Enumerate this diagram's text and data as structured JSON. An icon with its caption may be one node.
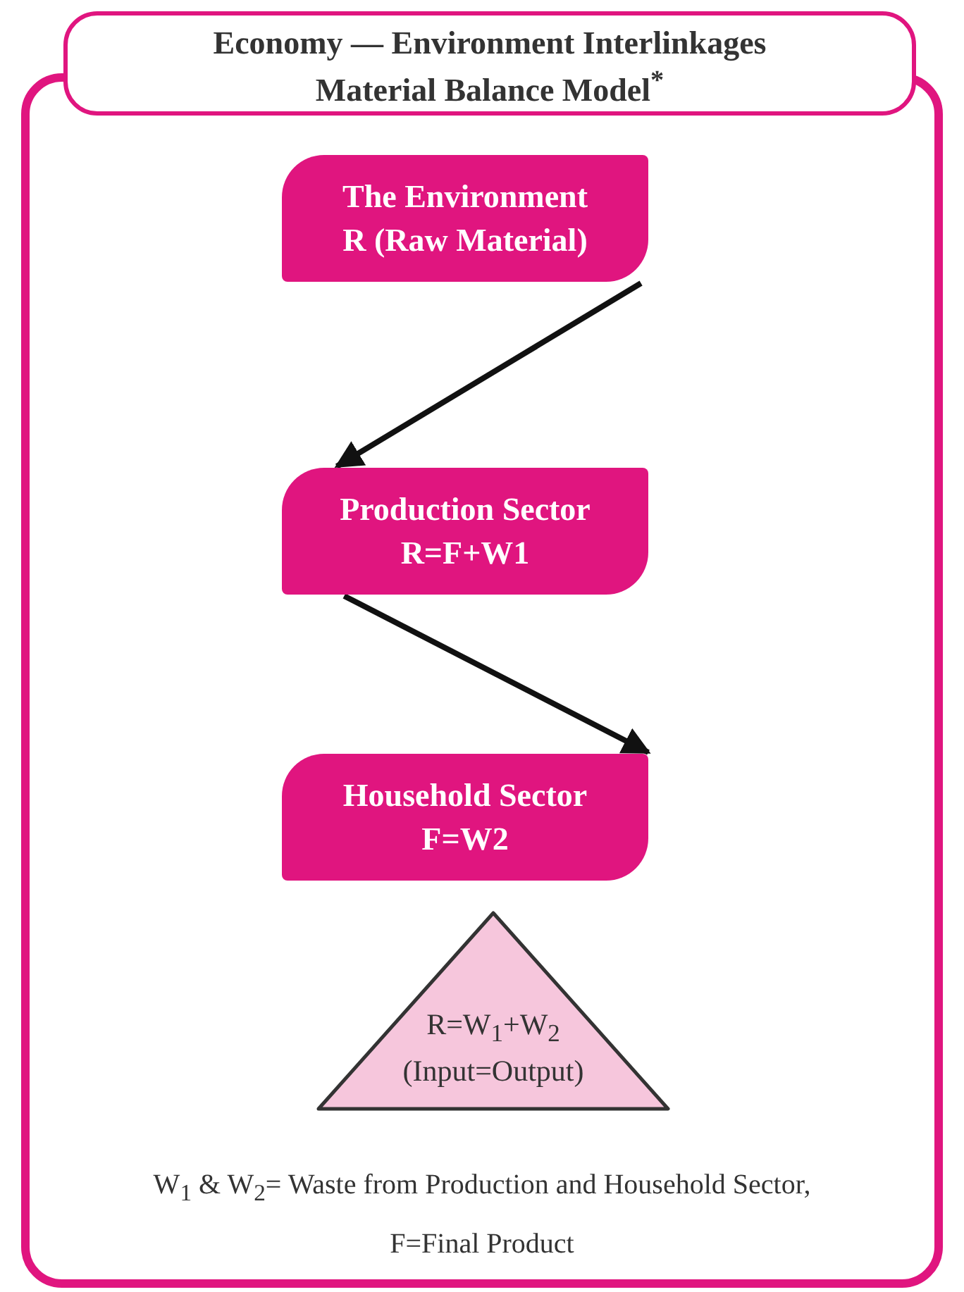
{
  "diagram": {
    "title": "Economy — Environment Interlinkages Material Balance Model$^{*}$",
    "nodes": [
      {
        "text": [
          "The Environment",
          "R (Raw Material)"
        ]
      },
      {
        "text": [
          "Production Sector",
          "R=F+W1"
        ]
      },
      {
        "text": [
          "Household Sector",
          "F=W2"
        ]
      },
      {
        "text": [
          "R=W$_{1}$+W$_{2}$",
          "(Input=Output)"
        ]
      }
    ],
    "edges": [
      {
        "from": 0,
        "to": 1,
        "arrow": "to"
      },
      {
        "from": 1,
        "to": 2,
        "arrow": "to"
      }
    ],
    "labels": [
      "W$_{1}$ & W$_{2}$= Waste from Production and Household Sector,",
      "F=Final Product"
    ]
  }
}
